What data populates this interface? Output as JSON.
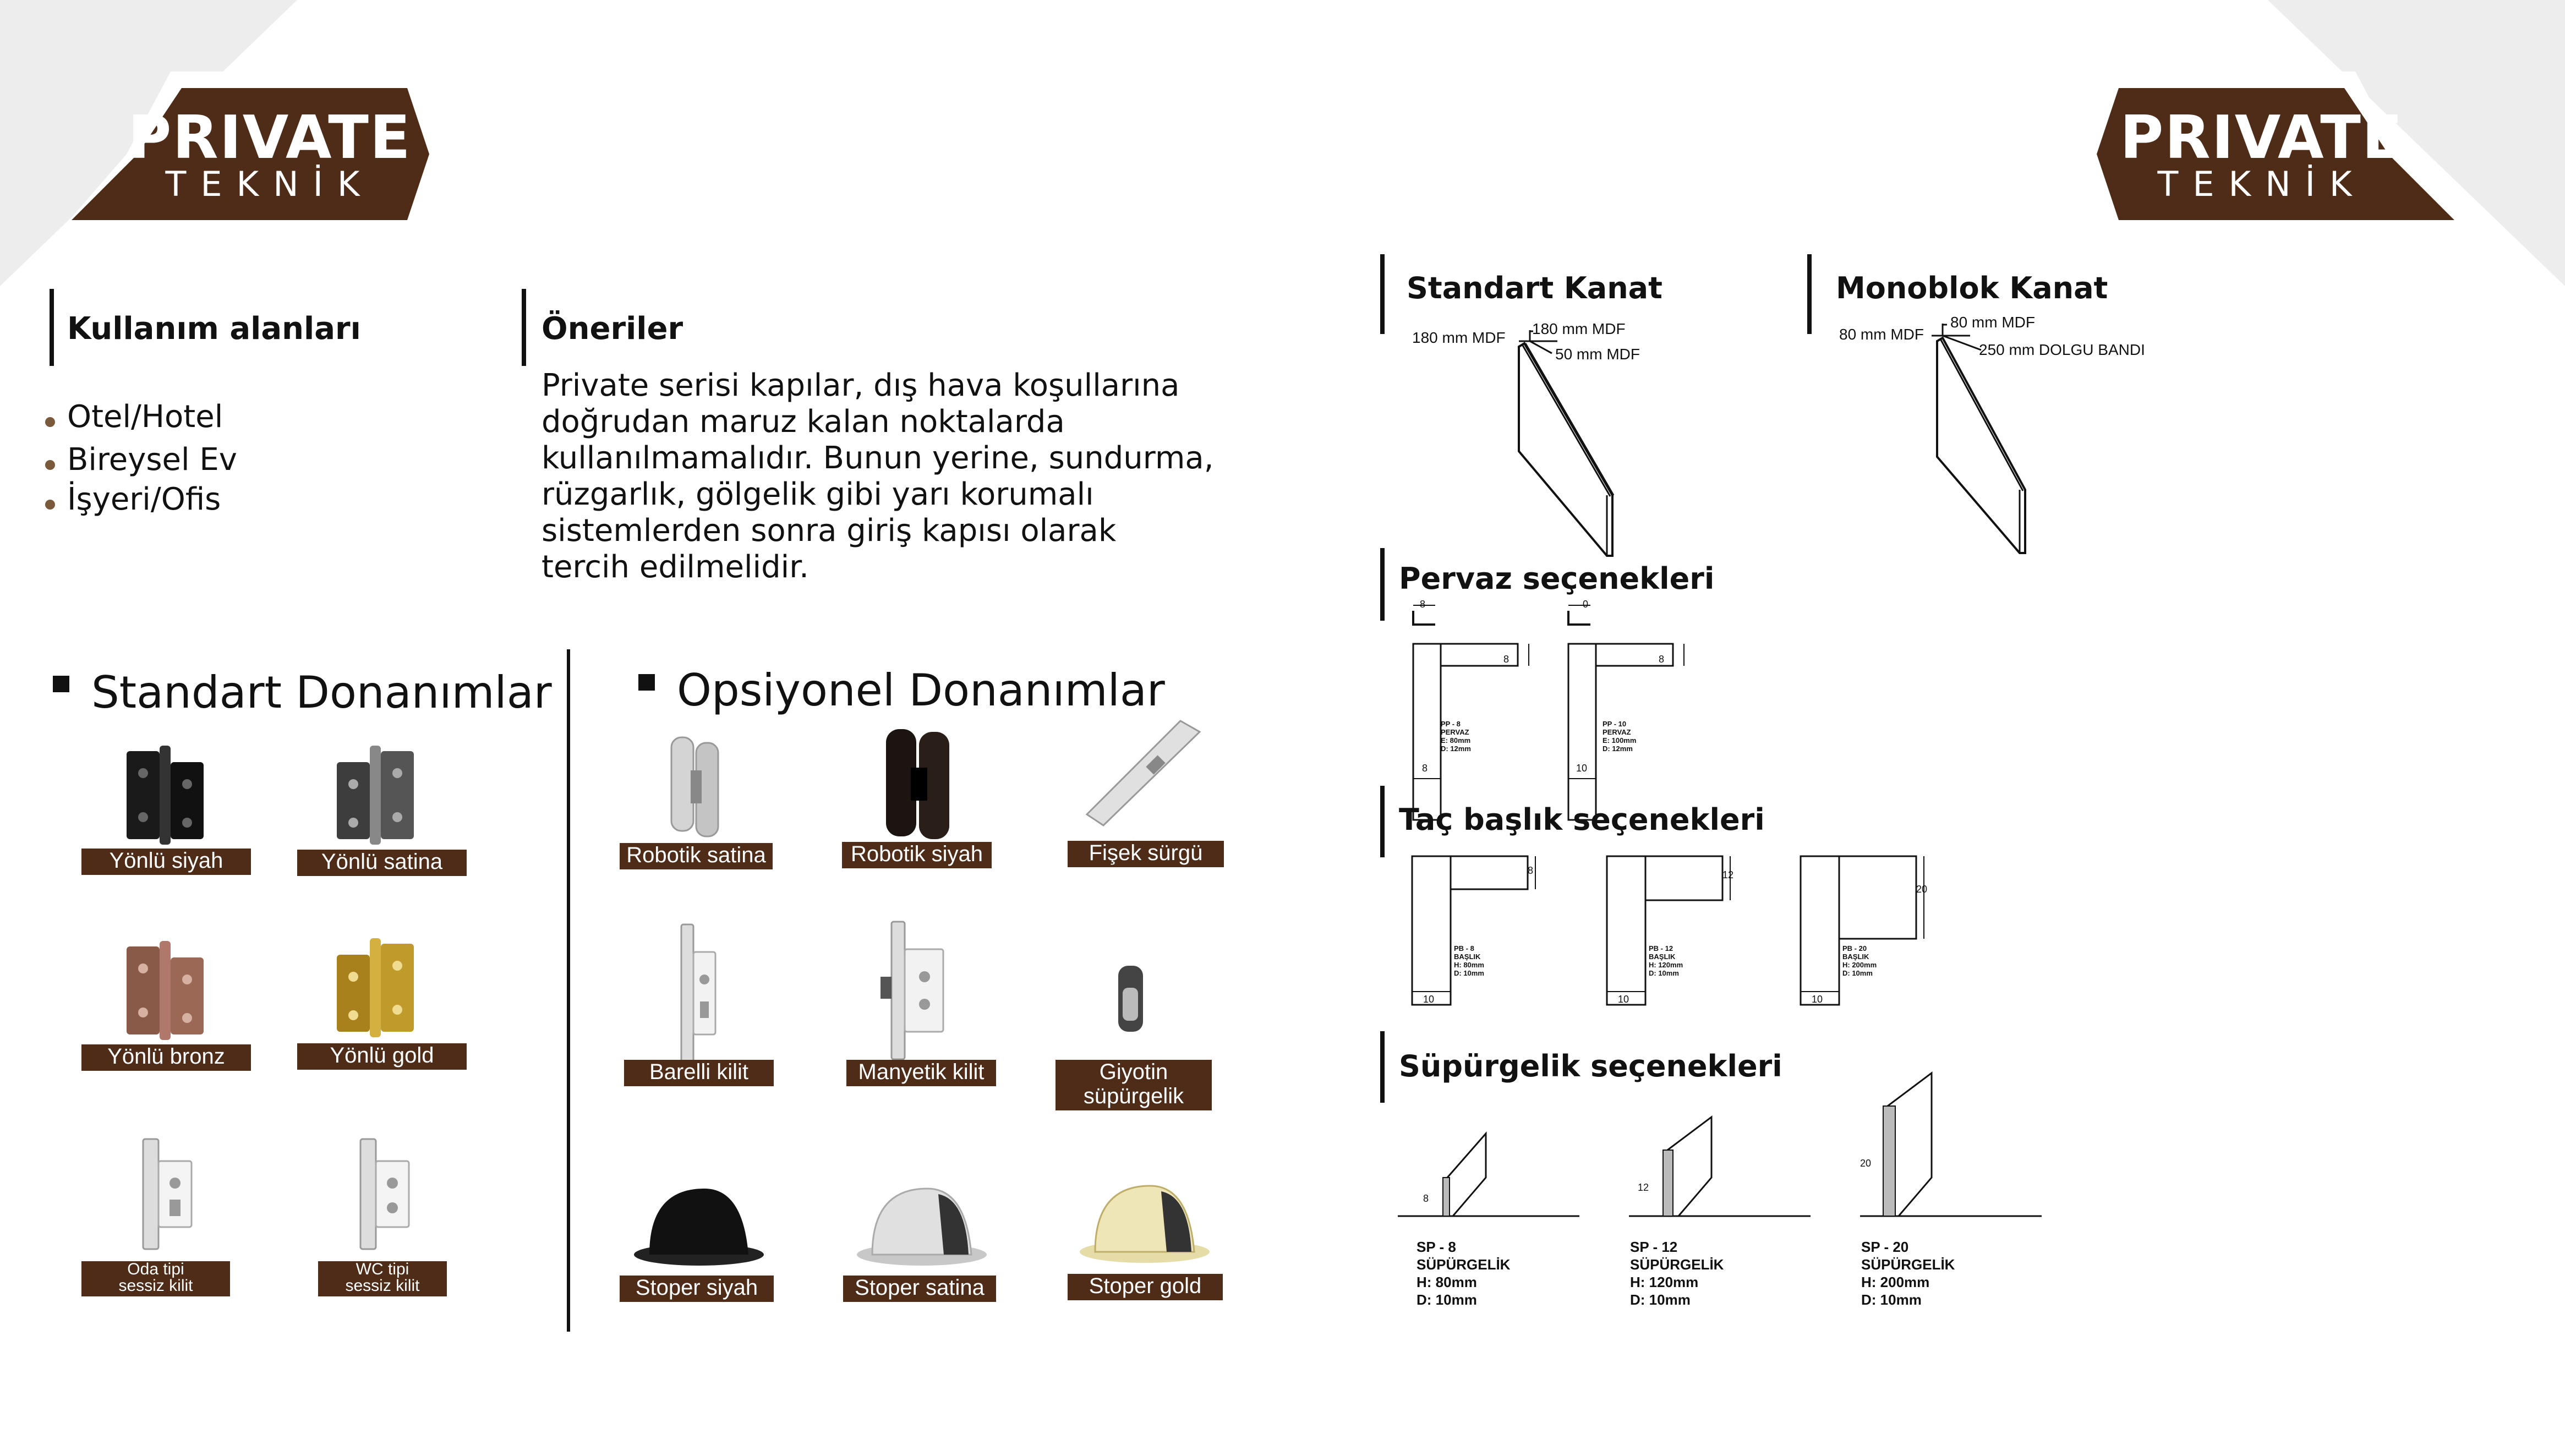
{
  "logo": {
    "line1": "PRIVATE",
    "line2": "TEKNİK"
  },
  "usage": {
    "title": "Kullanım alanları",
    "items": [
      "Otel/Hotel",
      "Bireysel Ev",
      "İşyeri/Ofis"
    ]
  },
  "recommendations": {
    "title": "Öneriler",
    "lines": [
      "Private serisi kapılar, dış hava koşullarına",
      "doğrudan maruz kalan noktalarda",
      "kullanılmamalıdır. Bunun yerine, sundurma,",
      "rüzgarlık, gölgelik gibi yarı korumalı",
      "sistemlerden sonra giriş kapısı olarak",
      "tercih edilmelidir."
    ]
  },
  "standard": {
    "title": "Standart Donanımlar",
    "items": [
      {
        "label": "Yönlü siyah",
        "icon": "hinge-black"
      },
      {
        "label": "Yönlü satina",
        "icon": "hinge-satin"
      },
      {
        "label": "Yönlü bronz",
        "icon": "hinge-bronze"
      },
      {
        "label": "Yönlü gold",
        "icon": "hinge-gold"
      },
      {
        "label1": "Oda tipi",
        "label2": "sessiz kilit",
        "icon": "lock-room"
      },
      {
        "label1": "WC tipi",
        "label2": "sessiz kilit",
        "icon": "lock-wc"
      }
    ]
  },
  "optional": {
    "title": "Opsiyonel Donanımlar",
    "items": [
      {
        "label": "Robotik satina"
      },
      {
        "label": "Robotik siyah"
      },
      {
        "label": "Fişek sürgü"
      },
      {
        "label": "Barelli kilit"
      },
      {
        "label": "Manyetik kilit"
      },
      {
        "label1": "Giyotin",
        "label2": "süpürgelik"
      },
      {
        "label": "Stoper siyah"
      },
      {
        "label": "Stoper satina"
      },
      {
        "label": "Stoper gold"
      }
    ]
  },
  "right": {
    "standard_leaf": {
      "title": "Standart Kanat",
      "l1": "180 mm MDF",
      "l2": "180 mm MDF",
      "l3": "50 mm MDF"
    },
    "monoblock_leaf": {
      "title": "Monoblok Kanat",
      "l1": "80 mm MDF",
      "l2": "80 mm MDF",
      "l3": "250 mm DOLGU BANDI"
    },
    "pervaz": {
      "title": "Pervaz seçenekleri",
      "items": [
        {
          "top": "8",
          "side": "8",
          "bottom": "8",
          "spec": "PP - 8\nPERVAZ\nE: 80mm\nD: 12mm"
        },
        {
          "top": "0",
          "side": "8",
          "bottom": "10",
          "spec": "PP - 10\nPERVAZ\nE: 100mm\nD: 12mm"
        }
      ]
    },
    "tac": {
      "title": "Taç başlık seçenekleri",
      "items": [
        {
          "side": "8",
          "bottom": "10",
          "spec": "PB - 8\nBAŞLIK\nH: 80mm\nD: 10mm"
        },
        {
          "side": "12",
          "bottom": "10",
          "spec": "PB - 12\nBAŞLIK\nH: 120mm\nD: 10mm"
        },
        {
          "side": "20",
          "bottom": "10",
          "spec": "PB - 20\nBAŞLIK\nH: 200mm\nD: 10mm"
        }
      ]
    },
    "supurgelik": {
      "title": "Süpürgelik seçenekleri",
      "items": [
        {
          "dim": "8",
          "spec": "SP - 8\nSÜPÜRGELİK\nH: 80mm\nD: 10mm"
        },
        {
          "dim": "12",
          "spec": "SP - 12\nSÜPÜRGELİK\nH: 120mm\nD: 10mm"
        },
        {
          "dim": "20",
          "spec": "SP - 20\nSÜPÜRGELİK\nH: 200mm\nD: 10mm"
        }
      ]
    }
  },
  "colors": {
    "brand_brown": "#4e2c18",
    "bullet": "#7a5a3a"
  }
}
